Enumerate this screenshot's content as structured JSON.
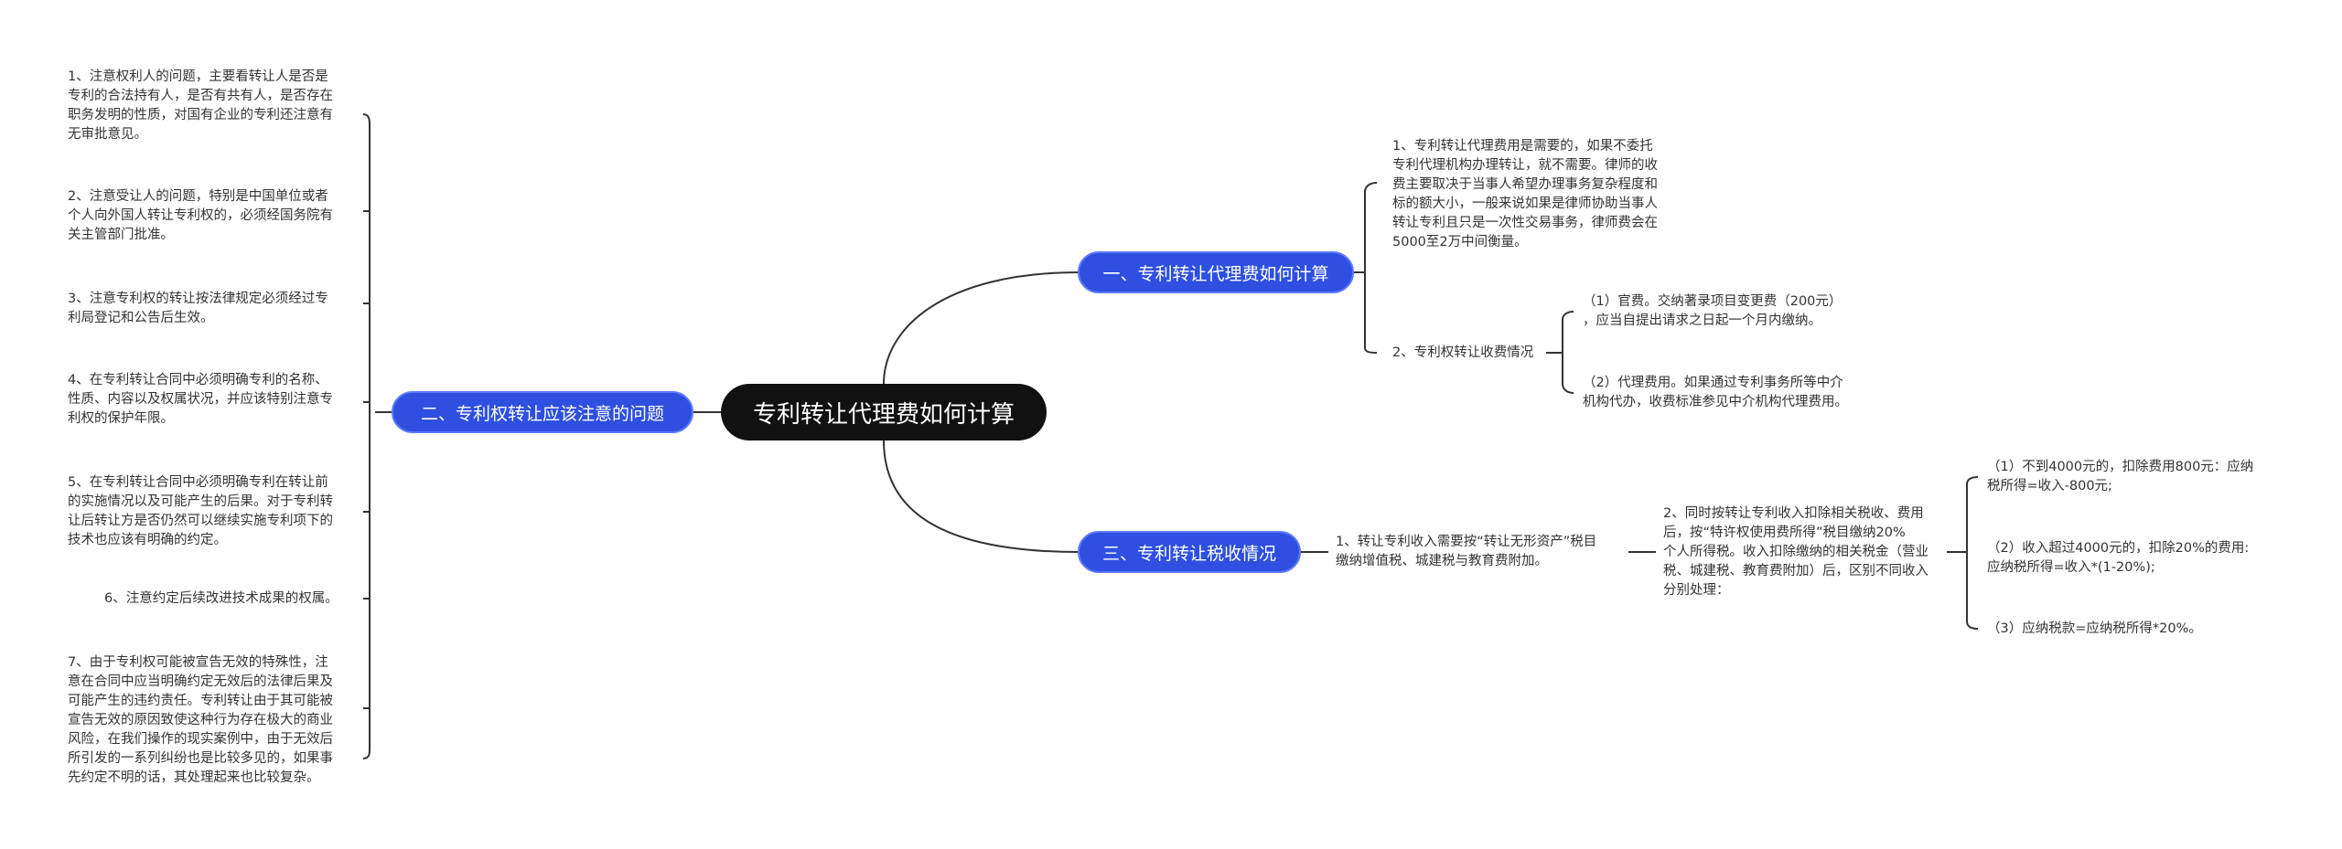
{
  "root": "专利转让代理费如何计算",
  "branches": {
    "b1": "一、专利转让代理费如何计算",
    "b2": "二、专利权转让应该注意的问题",
    "b3": "三、专利转让税收情况"
  },
  "b1_items": {
    "item1": "1、专利转让代理费用是需要的，如果不委托\n专利代理机构办理转让，就不需要。律师的收\n费主要取决于当事人希望办理事务复杂程度和\n标的额大小，一般来说如果是律师协助当事人\n转让专利且只是一次性交易事务，律师费会在\n5000至2万中间衡量。",
    "item2": "2、专利权转让收费情况",
    "sub1": "（1）官费。交纳著录项目变更费（200元）\n，应当自提出请求之日起一个月内缴纳。",
    "sub2": "（2）代理费用。如果通过专利事务所等中介\n机构代办，收费标准参见中介机构代理费用。"
  },
  "b2_items": [
    "1、注意权利人的问题，主要看转让人是否是\n专利的合法持有人，是否有共有人，是否存在\n职务发明的性质，对国有企业的专利还注意有\n无审批意见。",
    "2、注意受让人的问题，特别是中国单位或者\n个人向外国人转让专利权的，必须经国务院有\n关主管部门批准。",
    "3、注意专利权的转让按法律规定必须经过专\n利局登记和公告后生效。",
    "4、在专利转让合同中必须明确专利的名称、\n性质、内容以及权属状况，并应该特别注意专\n利权的保护年限。",
    "5、在专利转让合同中必须明确专利在转让前\n的实施情况以及可能产生的后果。对于专利转\n让后转让方是否仍然可以继续实施专利项下的\n技术也应该有明确的约定。",
    "6、注意约定后续改进技术成果的权属。",
    "7、由于专利权可能被宣告无效的特殊性，注\n意在合同中应当明确约定无效后的法律后果及\n可能产生的违约责任。专利转让由于其可能被\n宣告无效的原因致使这种行为存在极大的商业\n风险，在我们操作的现实案例中，由于无效后\n所引发的一系列纠纷也是比较多见的，如果事\n先约定不明的话，其处理起来也比较复杂。"
  ],
  "b3_items": {
    "item1": "1、转让专利收入需要按“转让无形资产”税目\n缴纳增值税、城建税与教育费附加。",
    "item2": "2、同时按转让专利收入扣除相关税收、费用\n后，按“特许权使用费所得”税目缴纳20%\n个人所得税。收入扣除缴纳的相关税金（营业\n税、城建税、教育费附加）后，区别不同收入\n分别处理：",
    "sub1": "（1）不到4000元的，扣除费用800元：应纳\n税所得=收入-800元;",
    "sub2": "（2）收入超过4000元的，扣除20%的费用:\n应纳税所得=收入*(1-20%);",
    "sub3": "（3）应纳税款=应纳税所得*20%。"
  },
  "colors": {
    "root_bg": "#111111",
    "branch_bg": "#2e4fe0",
    "line": "#333333"
  }
}
